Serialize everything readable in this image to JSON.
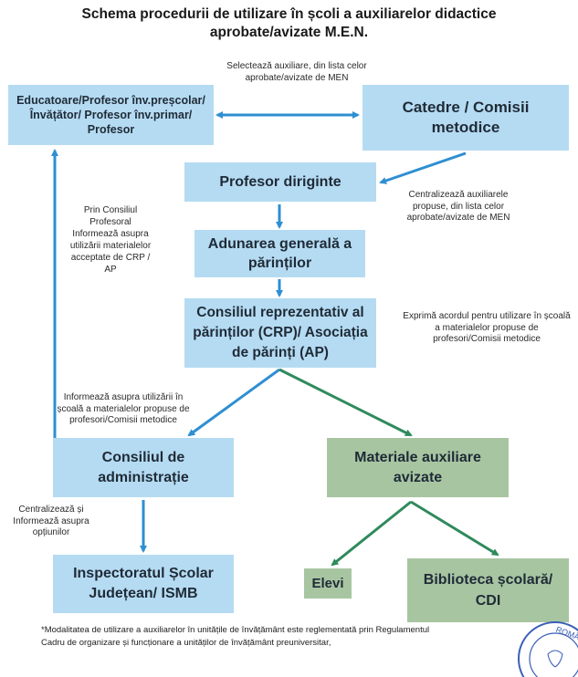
{
  "title": [
    "Schema procedurii de utilizare în școli a auxiliarelor didactice",
    "aprobate/avizate M.E.N."
  ],
  "boxes": {
    "educatoare": "Educatoare/Profesor înv.preșcolar/Învățător/ Profesor înv.primar/ Profesor",
    "catedre": "Catedre / Comisii metodice",
    "diriginte": "Profesor diriginte",
    "adunarea": "Adunarea generală a părinților",
    "crp": "Consiliul reprezentativ al părinților (CRP)/ Asociația de părinți (AP)",
    "administratie": "Consiliul de administrație",
    "materiale": "Materiale auxiliare avizate",
    "inspectorat": "Inspectoratul Școlar Județean/ ISMB",
    "elevi": "Elevi",
    "biblioteca": "Biblioteca școlară/ CDI"
  },
  "notes": {
    "selecteaza": "Selectează auxiliare, din lista celor aprobate/avizate de MEN",
    "centralizeaza": "Centralizează auxiliarele propuse, din lista celor aprobate/avizate de MEN",
    "prin_consiliul": "Prin Consiliul Profesoral Informează asupra utilizării materialelor acceptate de CRP / AP",
    "exprima": "Exprimă acordul pentru utilizare în școală a materialelor propuse de profesori/Comisii metodice",
    "informeaza": "Informează asupra utilizării în școală a materialelor propuse de profesori/Comisii metodice",
    "centralizeaza_informeaza": "Centralizează și Informează asupra opțiunilor"
  },
  "footnote": [
    "*Modalitatea de utilizare a auxiliarelor în unitățile de învățământ este reglementată prin Regulamentul",
    "Cadru de organizare și funcționare a unităților de învățământ preuniversitar,"
  ],
  "seal_text": "MINISTERUL ... ROMÂNIA",
  "colors": {
    "blue_box": "#b5dbf3",
    "green_box": "#a8c5a2",
    "blue_arrow": "#2e8fd2",
    "green_arrow": "#2f8a5c"
  }
}
